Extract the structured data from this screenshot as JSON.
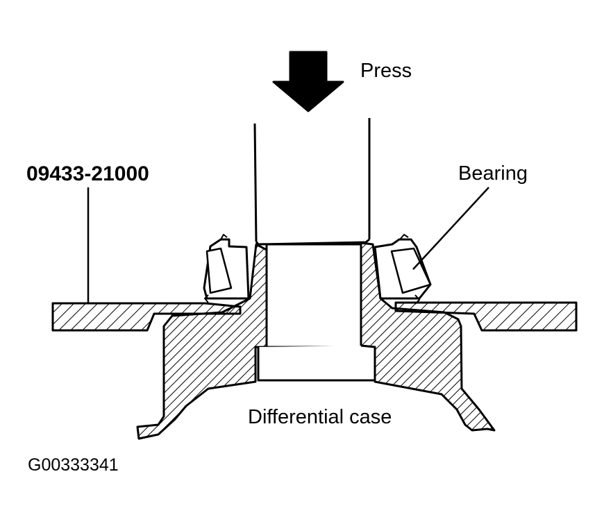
{
  "labels": {
    "press": "Press",
    "tool": "09433-21000",
    "bearing": "Bearing",
    "case": "Differential case",
    "figure_id": "G00333341"
  },
  "colors": {
    "ink": "#000000",
    "paper": "#ffffff"
  }
}
